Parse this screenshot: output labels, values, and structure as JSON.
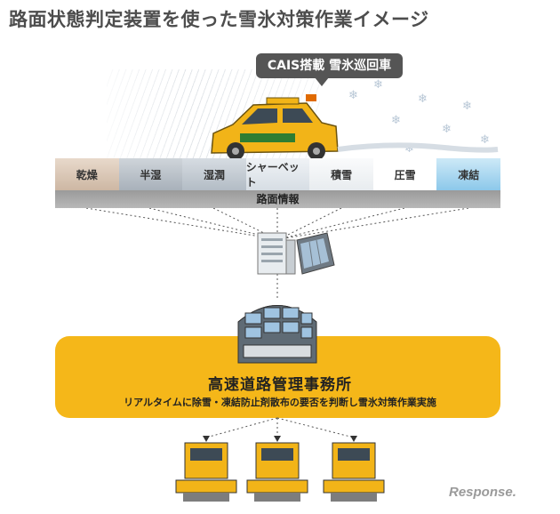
{
  "title": "路面状態判定装置を使った雪氷対策作業イメージ",
  "vehicle_label": "CAIS搭載 雪氷巡回車",
  "road_segments": [
    {
      "label": "乾燥",
      "color": "#d9c7b6"
    },
    {
      "label": "半湿",
      "color": "#b9c1c8"
    },
    {
      "label": "湿潤",
      "color": "#c6ced6"
    },
    {
      "label": "シャーベット",
      "color": "#e4e9ee"
    },
    {
      "label": "積雪",
      "color": "#f4f6f8"
    },
    {
      "label": "圧雪",
      "color": "#ffffff"
    },
    {
      "label": "凍結",
      "color": "#a9d6ef"
    }
  ],
  "road_info_label": "路面情報",
  "office": {
    "title": "高速道路管理事務所",
    "subtitle": "リアルタイムに除雪・凍結防止剤散布の要否を判断し雪氷対策作業実施",
    "color": "#f5b719"
  },
  "logo_text": "Response."
}
